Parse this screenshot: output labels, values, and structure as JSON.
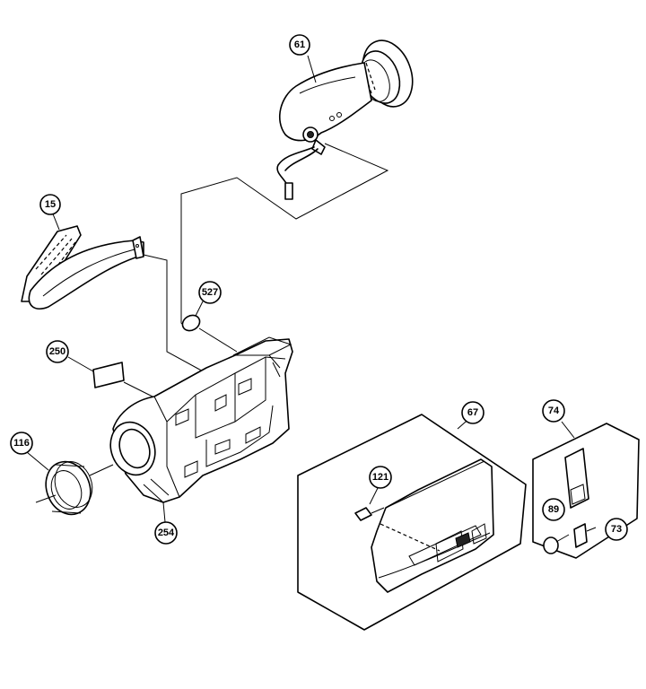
{
  "callouts": {
    "viewfinder": "61",
    "hand_strap": "15",
    "ring_527": "527",
    "label_250": "250",
    "lens_hood": "116",
    "screw_254": "254",
    "side_cover": "67",
    "screw_121": "121",
    "battery_cover": "74",
    "knob_89": "89",
    "latch_73": "73"
  }
}
